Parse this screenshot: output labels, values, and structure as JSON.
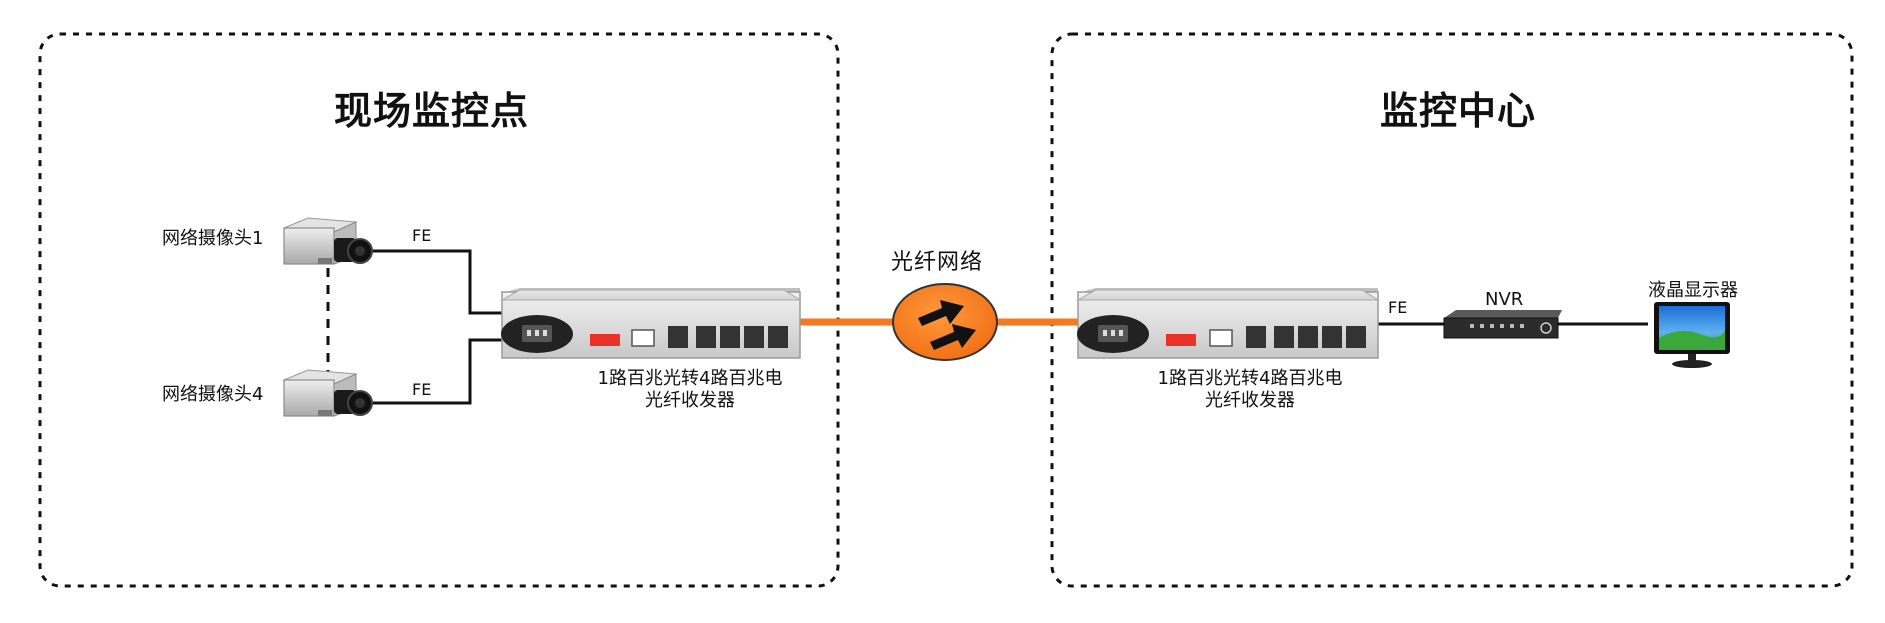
{
  "zones": {
    "left_title": "现场监控点",
    "right_title": "监控中心"
  },
  "cameras": {
    "cam1_label": "网络摄像头1",
    "cam4_label": "网络摄像头4"
  },
  "links": {
    "fe_label": "FE",
    "fiber_label": "光纤网络"
  },
  "transceiver": {
    "line1": "1路百兆光转4路百兆电",
    "line2": "光纤收发器"
  },
  "center": {
    "nvr_label": "NVR",
    "monitor_label": "液晶显示器"
  },
  "colors": {
    "fiber": "#f47920",
    "cable": "#111111",
    "device_body": "#d9d9d9",
    "dip_switch": "#e8322a"
  }
}
